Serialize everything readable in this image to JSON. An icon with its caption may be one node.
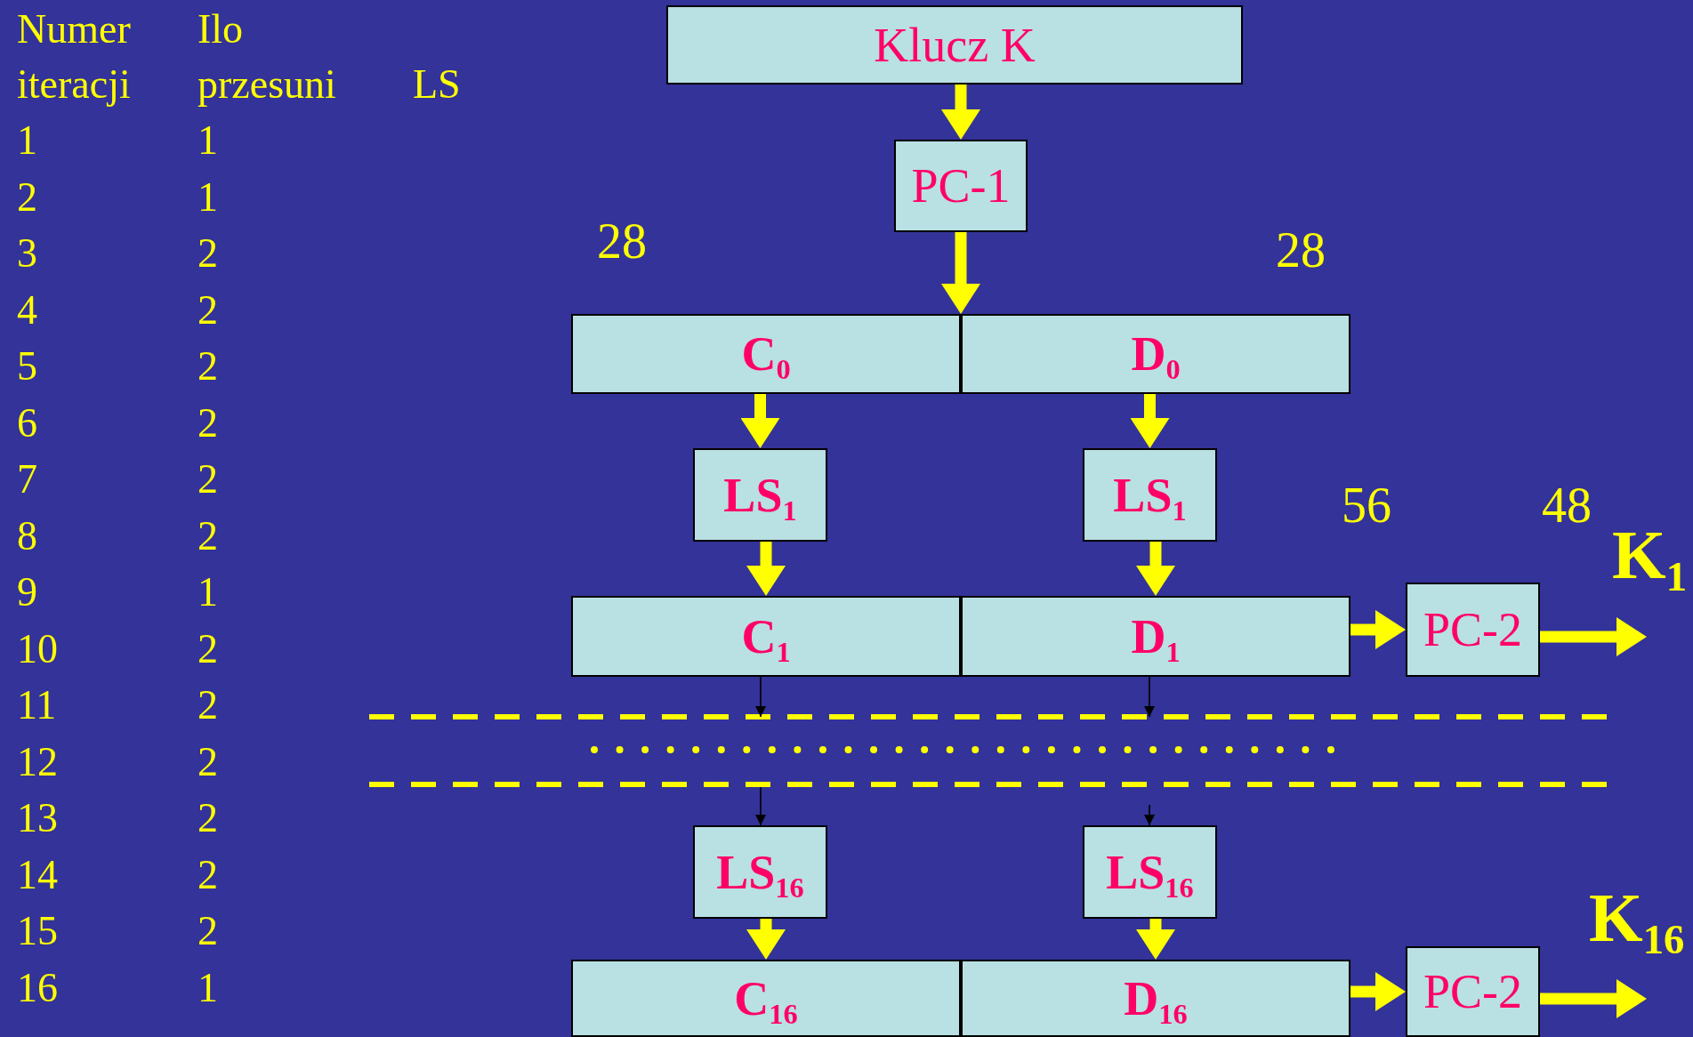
{
  "diagram": {
    "nodes": [
      {
        "text": [
          "Klucz K"
        ]
      },
      {
        "text": [
          "PC-1"
        ]
      },
      {
        "text": [
          "C$_{0}$"
        ]
      },
      {
        "text": [
          "D$_{0}$"
        ]
      },
      {
        "text": [
          "LS$_{1}$"
        ]
      },
      {
        "text": [
          "LS$_{1}$"
        ]
      },
      {
        "text": [
          "C$_{1}$"
        ]
      },
      {
        "text": [
          "D$_{1}$"
        ]
      },
      {
        "text": [
          "PC-2"
        ]
      },
      {
        "text": [
          "LS$_{16}$"
        ]
      },
      {
        "text": [
          "LS$_{16}$"
        ]
      },
      {
        "text": [
          "C$_{16}$"
        ]
      },
      {
        "text": [
          "D$_{16}$"
        ]
      },
      {
        "text": [
          "PC-2"
        ]
      }
    ],
    "edges": [
      {
        "from": 0,
        "to": 1,
        "arrow": "to"
      },
      {
        "from": 1,
        "to": 2,
        "arrow": "to"
      },
      {
        "from": 1,
        "to": 3,
        "arrow": "to"
      },
      {
        "from": 2,
        "to": 4,
        "arrow": "to"
      },
      {
        "from": 3,
        "to": 5,
        "arrow": "to"
      },
      {
        "from": 4,
        "to": 6,
        "arrow": "to"
      },
      {
        "from": 5,
        "to": 7,
        "arrow": "to"
      },
      {
        "from": 7,
        "to": 8,
        "arrow": "to"
      },
      {
        "from": 8,
        "to": null,
        "arrow": "to",
        "label": "K$_{1}$"
      },
      {
        "from": 6,
        "to": null,
        "arrow": "to",
        "color": "#000000"
      },
      {
        "from": 7,
        "to": null,
        "arrow": "to",
        "color": "#000000"
      },
      {
        "from": null,
        "to": 9,
        "arrow": "to",
        "color": "#000000"
      },
      {
        "from": null,
        "to": 10,
        "arrow": "to",
        "color": "#000000"
      },
      {
        "from": 9,
        "to": 11,
        "arrow": "to"
      },
      {
        "from": 10,
        "to": 12,
        "arrow": "to"
      },
      {
        "from": 12,
        "to": 13,
        "arrow": "to"
      },
      {
        "from": 13,
        "to": null,
        "arrow": "to",
        "label": "K$_{16}$"
      }
    ],
    "labels": [
      "Numer iteracji",
      "Ilo przesuni",
      "LS",
      "1",
      "1",
      "2",
      "1",
      "3",
      "2",
      "4",
      "2",
      "5",
      "2",
      "6",
      "2",
      "7",
      "2",
      "8",
      "2",
      "9",
      "1",
      "10",
      "2",
      "11",
      "2",
      "12",
      "2",
      "13",
      "2",
      "14",
      "2",
      "15",
      "2",
      "16",
      "1",
      "28",
      "28",
      "56",
      "48"
    ]
  }
}
